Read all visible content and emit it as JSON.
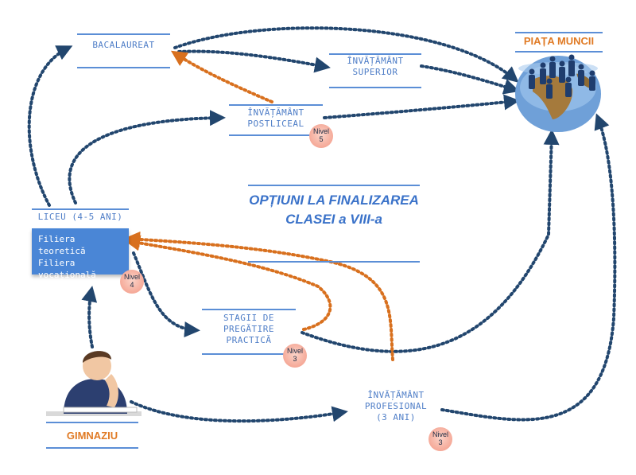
{
  "title_lines": [
    "OPȚIUNI LA FINALIZAREA",
    "CLASEI a VIII-a"
  ],
  "nodes": {
    "bacalaureat": "BACALAUREAT",
    "invatamant_superior": "ÎNVĂȚĂMÂNT\nSUPERIOR",
    "postliceal": "ÎNVĂȚĂMÂNT\nPOSTLICEAL",
    "liceu_header": "LICEU (4-5 ANI)",
    "liceu_box": "Filiera teoretică\nFiliera\nvocațională",
    "stagii": "STAGII DE\nPREGĂTIRE\nPRACTICĂ",
    "profesional": "ÎNVĂȚĂMÂNT\nPROFESIONAL\n(3 ANI)"
  },
  "orange_labels": {
    "piata_muncii": "PIAȚA MUNCII",
    "gimnaziu": "GIMNAZIU"
  },
  "badges": {
    "postliceal": {
      "word": "Nivel",
      "num": "5"
    },
    "liceu": {
      "word": "Nivel",
      "num": "4"
    },
    "stagii": {
      "word": "Nivel",
      "num": "3"
    },
    "profesional": {
      "word": "Nivel",
      "num": "3"
    }
  },
  "colors": {
    "accent_blue": "#5b8ed6",
    "arrow_navy": "#22466e",
    "arrow_orange": "#d8701e",
    "badge_pink": "#f5a998"
  }
}
